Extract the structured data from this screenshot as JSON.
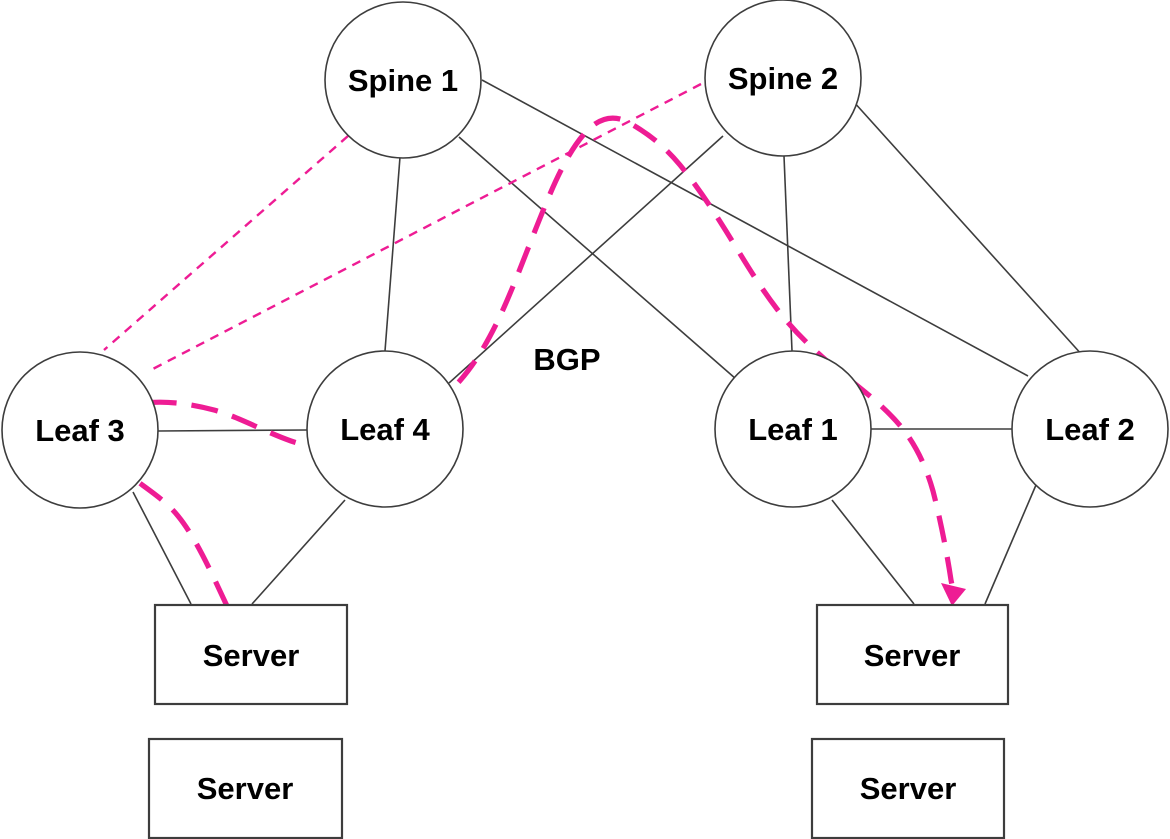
{
  "diagram": {
    "type": "network-topology",
    "background": "#ffffff",
    "colors": {
      "node_fill": "#ffffff",
      "node_stroke": "#3d3d3d",
      "link": "#3d3d3d",
      "highlight": "#ee1c94",
      "label": "#000000"
    },
    "nodes": {
      "spine1": {
        "label": "Spine 1",
        "shape": "circle",
        "tier": "spine"
      },
      "spine2": {
        "label": "Spine 2",
        "shape": "circle",
        "tier": "spine"
      },
      "leaf3": {
        "label": "Leaf 3",
        "shape": "circle",
        "tier": "leaf"
      },
      "leaf4": {
        "label": "Leaf 4",
        "shape": "circle",
        "tier": "leaf"
      },
      "leaf1": {
        "label": "Leaf 1",
        "shape": "circle",
        "tier": "leaf"
      },
      "leaf2": {
        "label": "Leaf 2",
        "shape": "circle",
        "tier": "leaf"
      },
      "server_left_top": {
        "label": "Server",
        "shape": "rect",
        "tier": "server"
      },
      "server_left_bottom": {
        "label": "Server",
        "shape": "rect",
        "tier": "server"
      },
      "server_right_top": {
        "label": "Server",
        "shape": "rect",
        "tier": "server"
      },
      "server_right_bottom": {
        "label": "Server",
        "shape": "rect",
        "tier": "server"
      }
    },
    "annotations": {
      "protocol_label": "BGP"
    },
    "links": [
      {
        "from": "spine1",
        "to": "leaf4",
        "style": "solid"
      },
      {
        "from": "spine1",
        "to": "leaf1",
        "style": "solid"
      },
      {
        "from": "spine1",
        "to": "leaf2",
        "style": "solid"
      },
      {
        "from": "spine2",
        "to": "leaf4",
        "style": "solid"
      },
      {
        "from": "spine2",
        "to": "leaf1",
        "style": "solid"
      },
      {
        "from": "spine2",
        "to": "leaf2",
        "style": "solid"
      },
      {
        "from": "spine1",
        "to": "leaf3",
        "style": "dashed-highlight"
      },
      {
        "from": "spine2",
        "to": "leaf3",
        "style": "dashed-highlight"
      },
      {
        "from": "leaf3",
        "to": "leaf4",
        "style": "solid"
      },
      {
        "from": "leaf1",
        "to": "leaf2",
        "style": "solid"
      },
      {
        "from": "leaf3",
        "to": "server_left_top",
        "style": "solid"
      },
      {
        "from": "leaf4",
        "to": "server_left_top",
        "style": "solid"
      },
      {
        "from": "leaf1",
        "to": "server_right_top",
        "style": "solid"
      },
      {
        "from": "leaf2",
        "to": "server_right_top",
        "style": "solid"
      }
    ],
    "bgp_route": {
      "style": "thick-dashed-highlight",
      "from": "server_left_top",
      "via": [
        "leaf3",
        "leaf4"
      ],
      "to": "server_right_top",
      "arrow_end": "server_right_top"
    }
  }
}
